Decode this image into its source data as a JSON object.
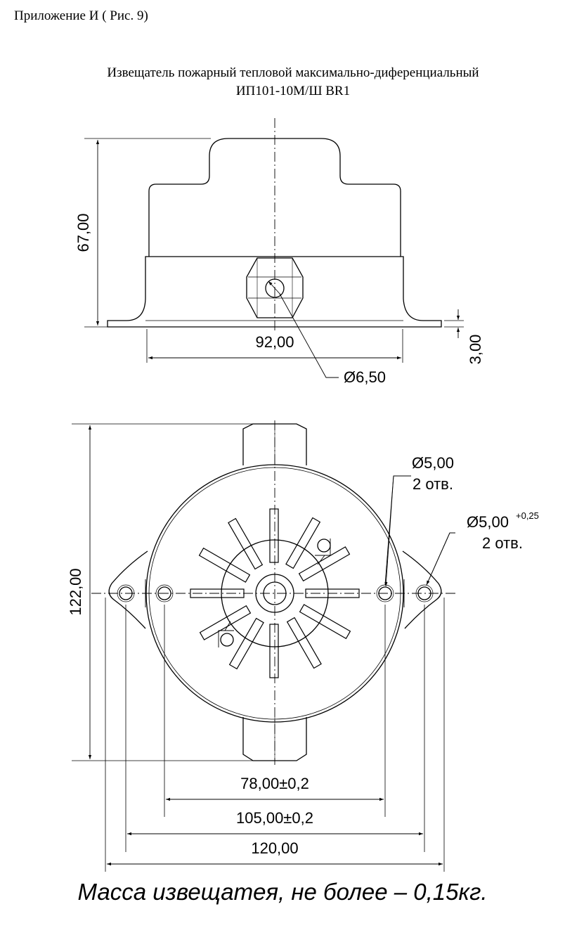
{
  "appendix_label": "Приложение И   ( Рис. 9)",
  "title": {
    "line1": "Извещатель пожарный тепловой максимально-диференциальный",
    "line2": "ИП101-10М/Ш BR1"
  },
  "side_view": {
    "height_dim": "67,00",
    "width_dim": "92,00",
    "base_dim": "3,00",
    "hole_dim": "Ø6,50"
  },
  "top_view": {
    "height_dim": "122,00",
    "inner_hole": {
      "dim": "Ø5,00",
      "count": "2 отв."
    },
    "outer_hole": {
      "dim": "Ø5,00",
      "tolerance": "+0,25",
      "count": "2 отв."
    },
    "dim_78": "78,00±0,2",
    "dim_105": "105,00±0,2",
    "dim_120": "120,00"
  },
  "mass_note": "Масса извещатея, не более – 0,15кг."
}
